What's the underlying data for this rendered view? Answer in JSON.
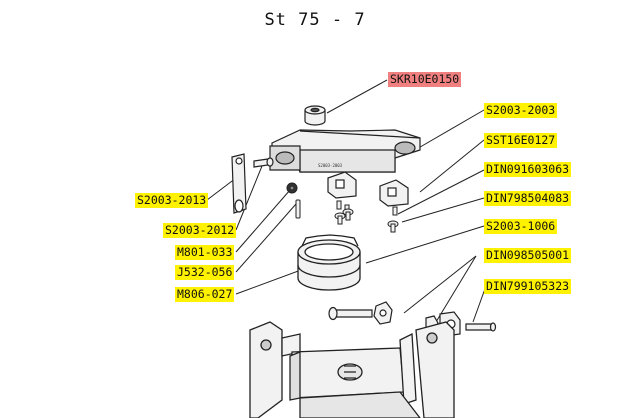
{
  "diagram": {
    "title": "St 75 - 7",
    "colors": {
      "highlight": "#fff200",
      "highlight_red": "#f08080",
      "line": "#222222",
      "part_fill": "#f2f2f2"
    },
    "labels": {
      "skr": "SKR10E0150",
      "s2003_2003": "S2003-2003",
      "sst": "SST16E0127",
      "din091603063": "DIN091603063",
      "din798504083": "DIN798504083",
      "s2003_1006": "S2003-1006",
      "din098505001": "DIN098505001",
      "din799105323": "DIN799105323",
      "s2003_2013": "S2003-2013",
      "s2003_2012": "S2003-2012",
      "m801_033": "M801-033",
      "j532_056": "J532-056",
      "m806_027": "M806-027"
    },
    "embossed_text": "S2003-2003"
  }
}
